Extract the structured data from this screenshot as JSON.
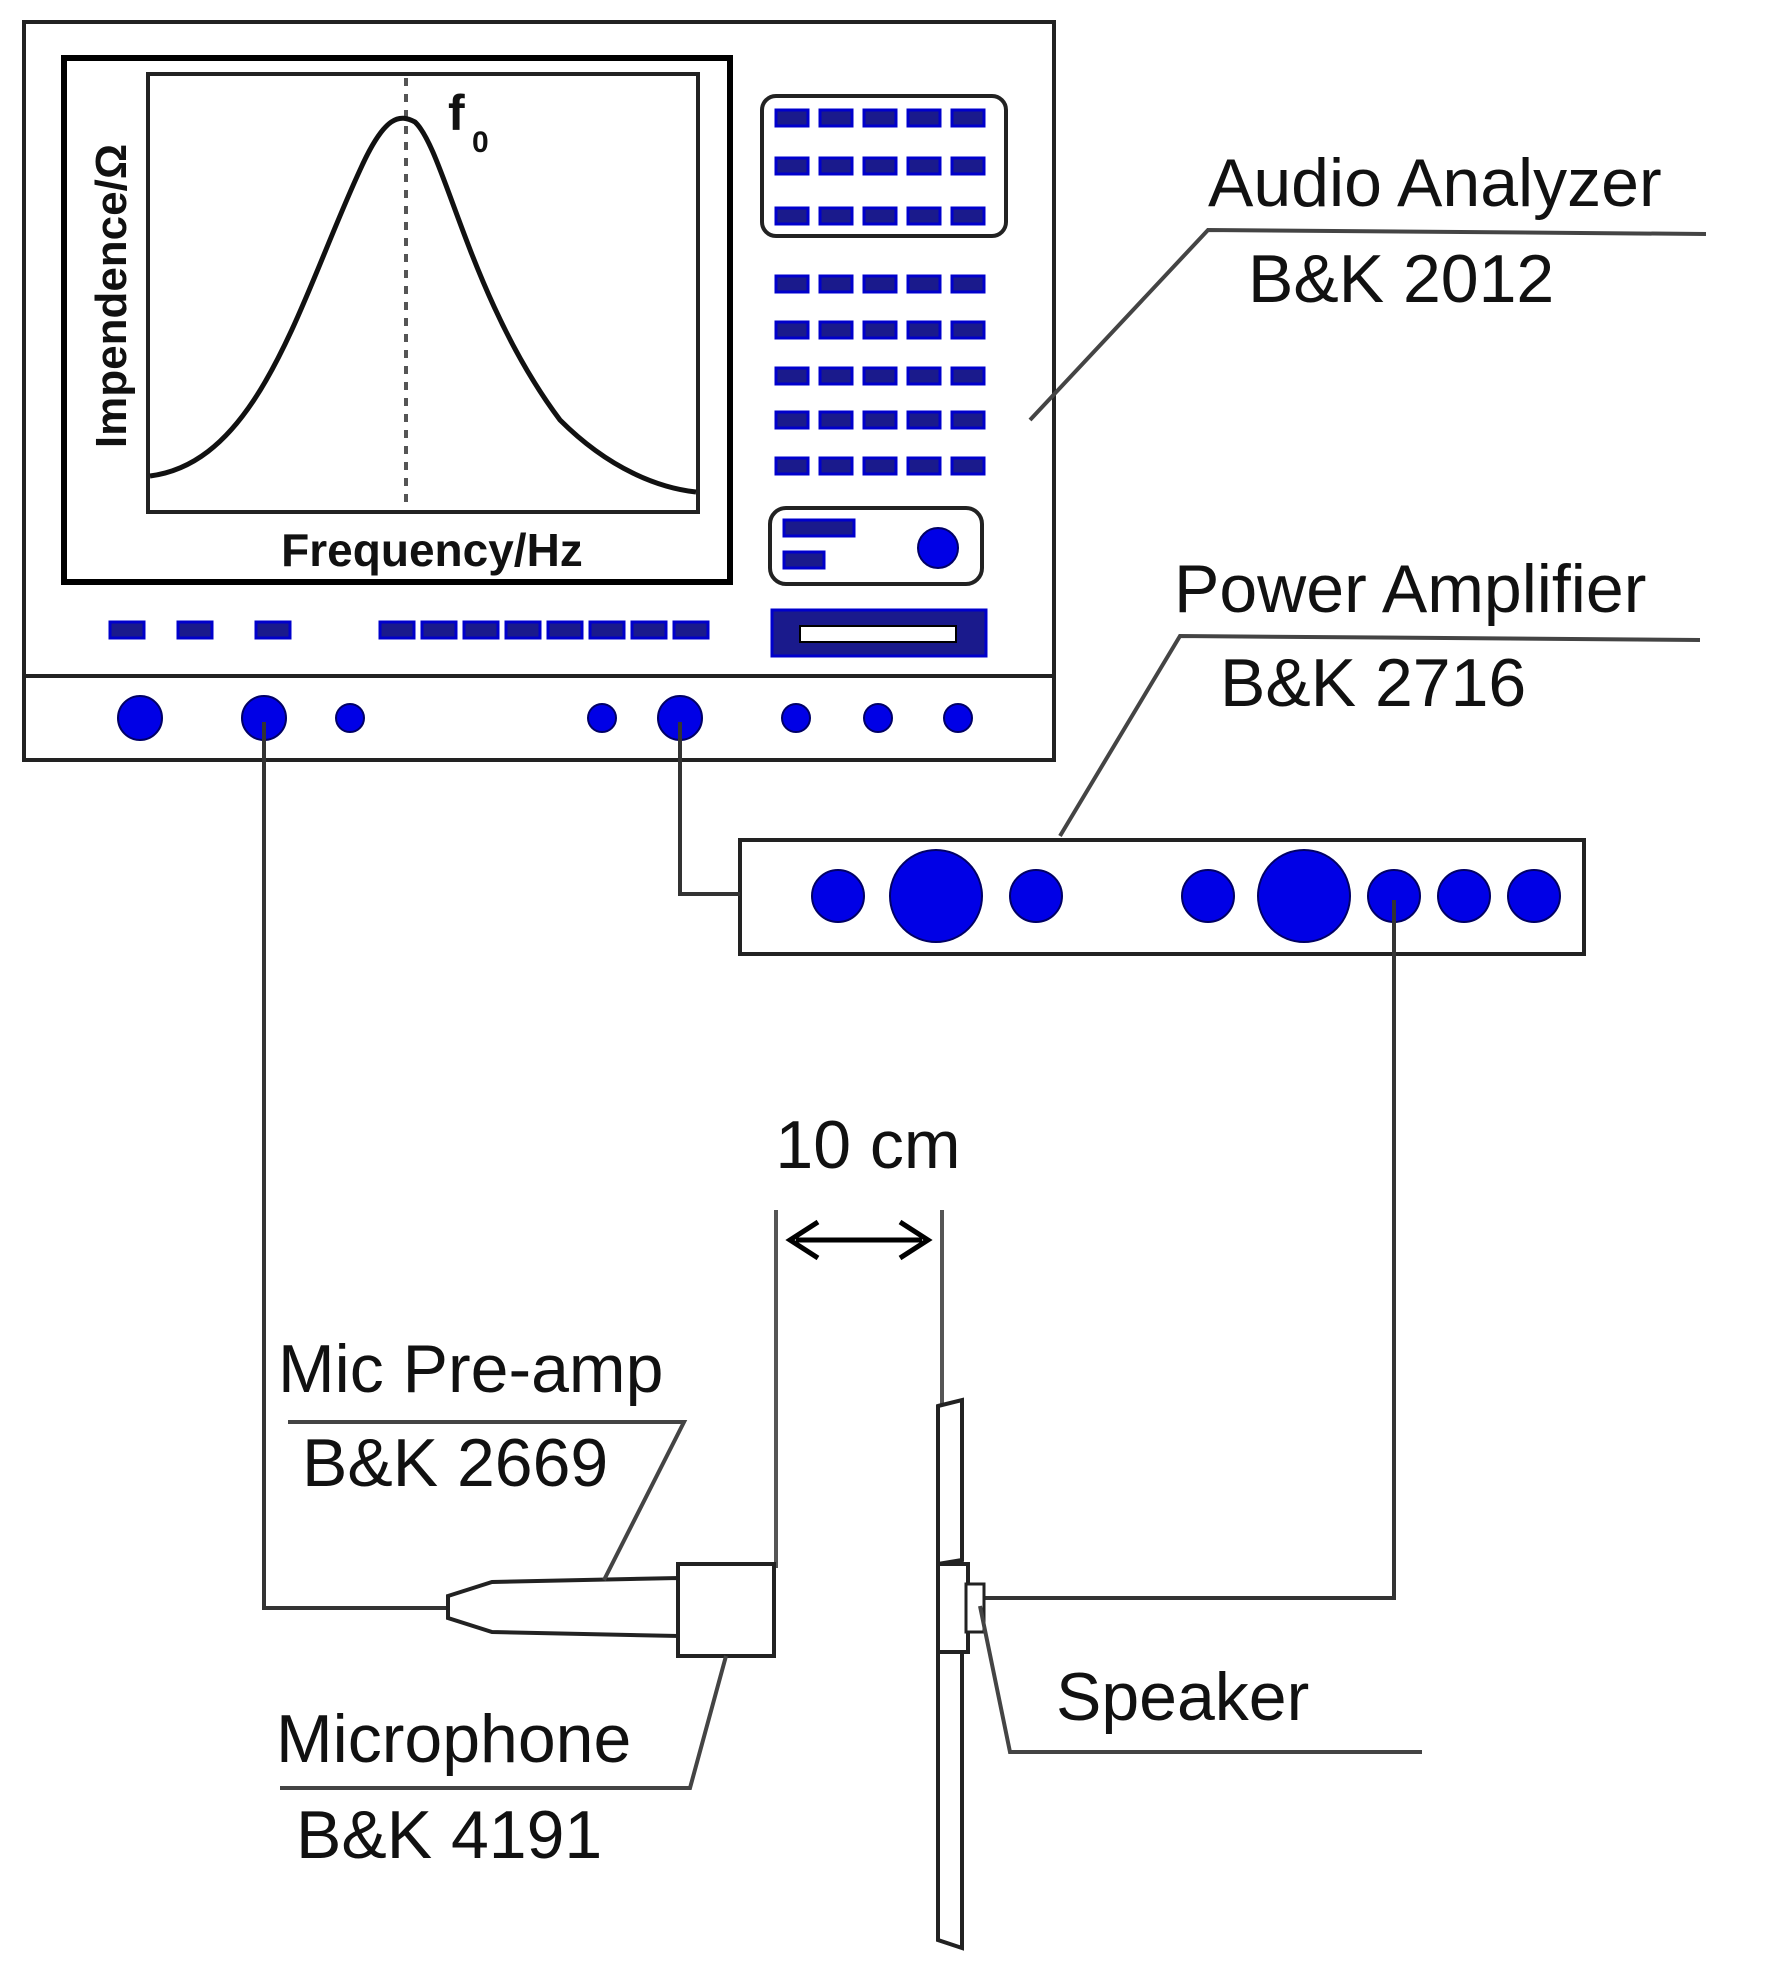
{
  "analyzer": {
    "label_line1": "Audio Analyzer",
    "label_line2": "B&K 2012",
    "screen": {
      "ylabel": "Impendence/Ω",
      "xlabel": "Frequency/Hz",
      "peak_label": "f",
      "peak_subscript": "0"
    }
  },
  "amplifier": {
    "label_line1": "Power Amplifier",
    "label_line2": "B&K 2716"
  },
  "distance": {
    "label": "10 cm"
  },
  "preamp": {
    "label_line1": "Mic Pre-amp",
    "label_line2": "B&K 2669"
  },
  "microphone": {
    "label_line1": "Microphone",
    "label_line2": "B&K 4191"
  },
  "speaker": {
    "label": "Speaker"
  },
  "colors": {
    "button_fill": "#1a1a8c",
    "knob_fill": "#0000e6",
    "outline": "#222222"
  }
}
